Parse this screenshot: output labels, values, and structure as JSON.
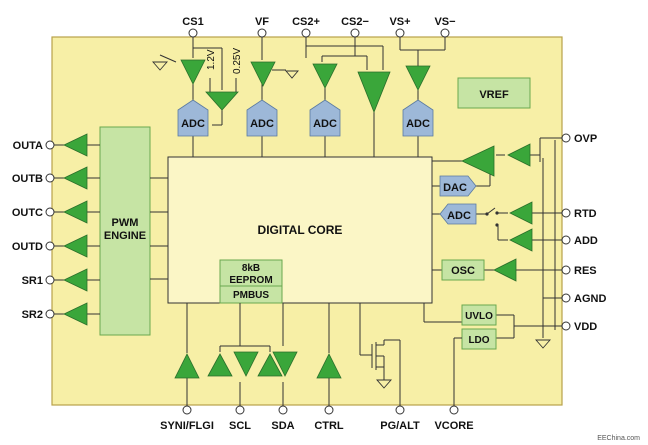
{
  "colors": {
    "chip_fill": "#f7efa6",
    "chip_border": "#b8a24a",
    "core_fill": "#fbf6c6",
    "green_block": "#c6e4a4",
    "green_block_border": "#6aa84f",
    "adc_fill": "#9db8d8",
    "amp_fill": "#3aa63a"
  },
  "top_pins": [
    "CS1",
    "VF",
    "CS2+",
    "CS2−",
    "VS+",
    "VS−"
  ],
  "left_pins": [
    "OUTA",
    "OUTB",
    "OUTC",
    "OUTD",
    "SR1",
    "SR2"
  ],
  "right_pins": [
    "OVP",
    "RTD",
    "ADD",
    "RES",
    "AGND",
    "VDD"
  ],
  "bottom_pins": [
    "SYNI/FLGI",
    "SCL",
    "SDA",
    "CTRL",
    "PG/ALT",
    "VCORE"
  ],
  "blocks": {
    "pwm_line1": "PWM",
    "pwm_line2": "ENGINE",
    "core": "DIGITAL CORE",
    "eeprom_line1": "8kB",
    "eeprom_line2": "EEPROM",
    "pmbus": "PMBUS",
    "vref": "VREF",
    "dac": "DAC",
    "adc": "ADC",
    "osc": "OSC",
    "uvlo": "UVLO",
    "ldo": "LDO"
  },
  "adc_blocks": [
    "ADC",
    "ADC",
    "ADC",
    "ADC"
  ],
  "thresholds": {
    "v1": "1.2V",
    "v2": "0.25V"
  },
  "watermark": "EEChina.com"
}
